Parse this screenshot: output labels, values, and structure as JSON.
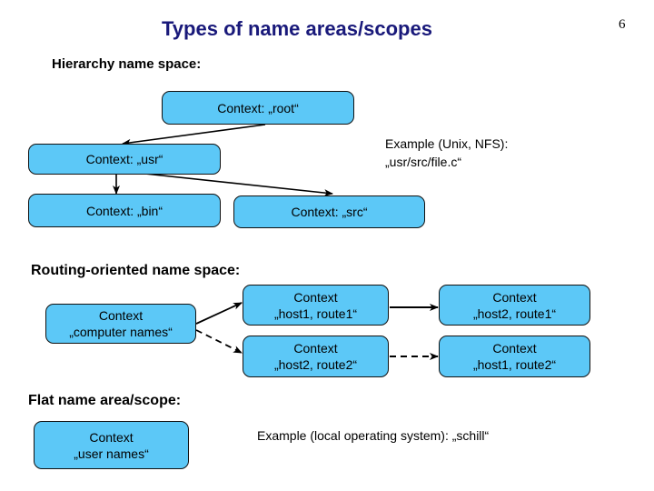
{
  "slide": {
    "title": "Types of name areas/scopes",
    "page_number": "6",
    "title_color": "#19197a",
    "box_fill_color": "#5cc8f7",
    "box_border_color": "#111111",
    "background_color": "#ffffff"
  },
  "sections": {
    "hierarchy": {
      "heading": "Hierarchy name space:",
      "nodes": {
        "root": "Context: „root“",
        "usr": "Context: „usr“",
        "bin": "Context: „bin“",
        "src": "Context: „src“"
      },
      "example_line1": "Example (Unix, NFS):",
      "example_line2": "„usr/src/file.c“"
    },
    "routing": {
      "heading": "Routing-oriented name space:",
      "nodes": {
        "computer_names": {
          "line1": "Context",
          "line2": "„computer names“"
        },
        "host1_route1": {
          "line1": "Context",
          "line2": "„host1, route1“"
        },
        "host2_route1": {
          "line1": "Context",
          "line2": "„host2, route1“"
        },
        "host2_route2": {
          "line1": "Context",
          "line2": "„host2, route2“"
        },
        "host1_route2": {
          "line1": "Context",
          "line2": "„host1, route2“"
        }
      }
    },
    "flat": {
      "heading": "Flat name area/scope:",
      "nodes": {
        "user_names": {
          "line1": "Context",
          "line2": "„user names“"
        }
      },
      "example": "Example (local operating system): „schill“"
    }
  }
}
